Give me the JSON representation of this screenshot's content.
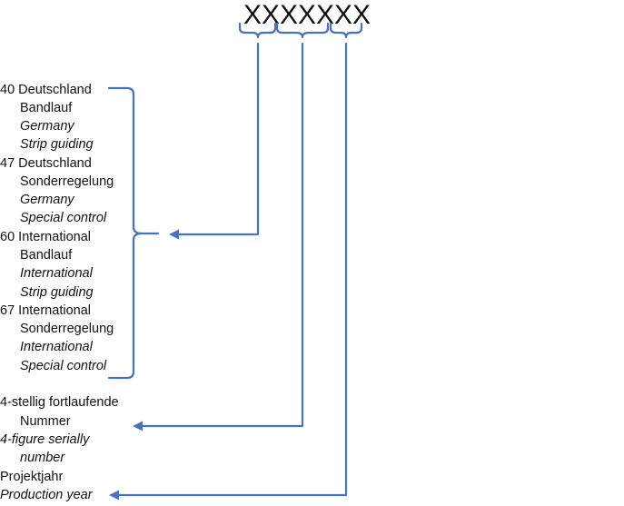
{
  "code": "XXXXXXX",
  "groups": {
    "codes": [
      {
        "num": "40",
        "de1": "Deutschland",
        "de2": "Bandlauf",
        "en1": "Germany",
        "en2": "Strip guiding"
      },
      {
        "num": "47",
        "de1": "Deutschland",
        "de2": "Sonderregelung",
        "en1": "Germany",
        "en2": "Special control"
      },
      {
        "num": "60",
        "de1": "International",
        "de2": "Bandlauf",
        "en1": "International",
        "en2": "Strip guiding"
      },
      {
        "num": "67",
        "de1": "International",
        "de2": "Sonderregelung",
        "en1": "International",
        "en2": "Special control"
      }
    ],
    "serial": {
      "de1": "4-stellig fortlaufende",
      "de2": "Nummer",
      "en1": "4-figure serially",
      "en2": "number"
    },
    "year": {
      "de": "Projektjahr",
      "en": "Production year"
    }
  },
  "colors": {
    "connector": "#4a72b8",
    "text": "#111111"
  }
}
